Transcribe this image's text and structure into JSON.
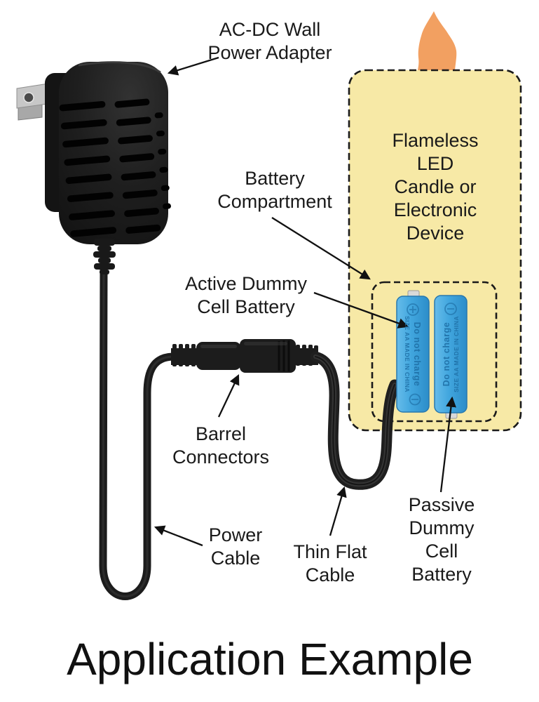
{
  "title": "Application Example",
  "labels": {
    "adapter": "AC-DC Wall\nPower Adapter",
    "battery_compartment": "Battery\nCompartment",
    "device": "Flameless LED\nCandle or\nElectronic Device",
    "active_battery": "Active Dummy\nCell Battery",
    "barrel_connectors": "Barrel\nConnectors",
    "power_cable": "Power\nCable",
    "thin_flat_cable": "Thin Flat\nCable",
    "passive_battery": "Passive Dummy\nCell Battery"
  },
  "battery_markings": {
    "line1": "Do not charge",
    "line2": "SIZE AA MADE IN CHINA"
  },
  "colors": {
    "device_fill": "#F7E9A6",
    "flame": "#F2A061",
    "battery_blue": "#41A6DE",
    "battery_text": "#1E6FA6",
    "cable_black": "#1C1C1C"
  }
}
